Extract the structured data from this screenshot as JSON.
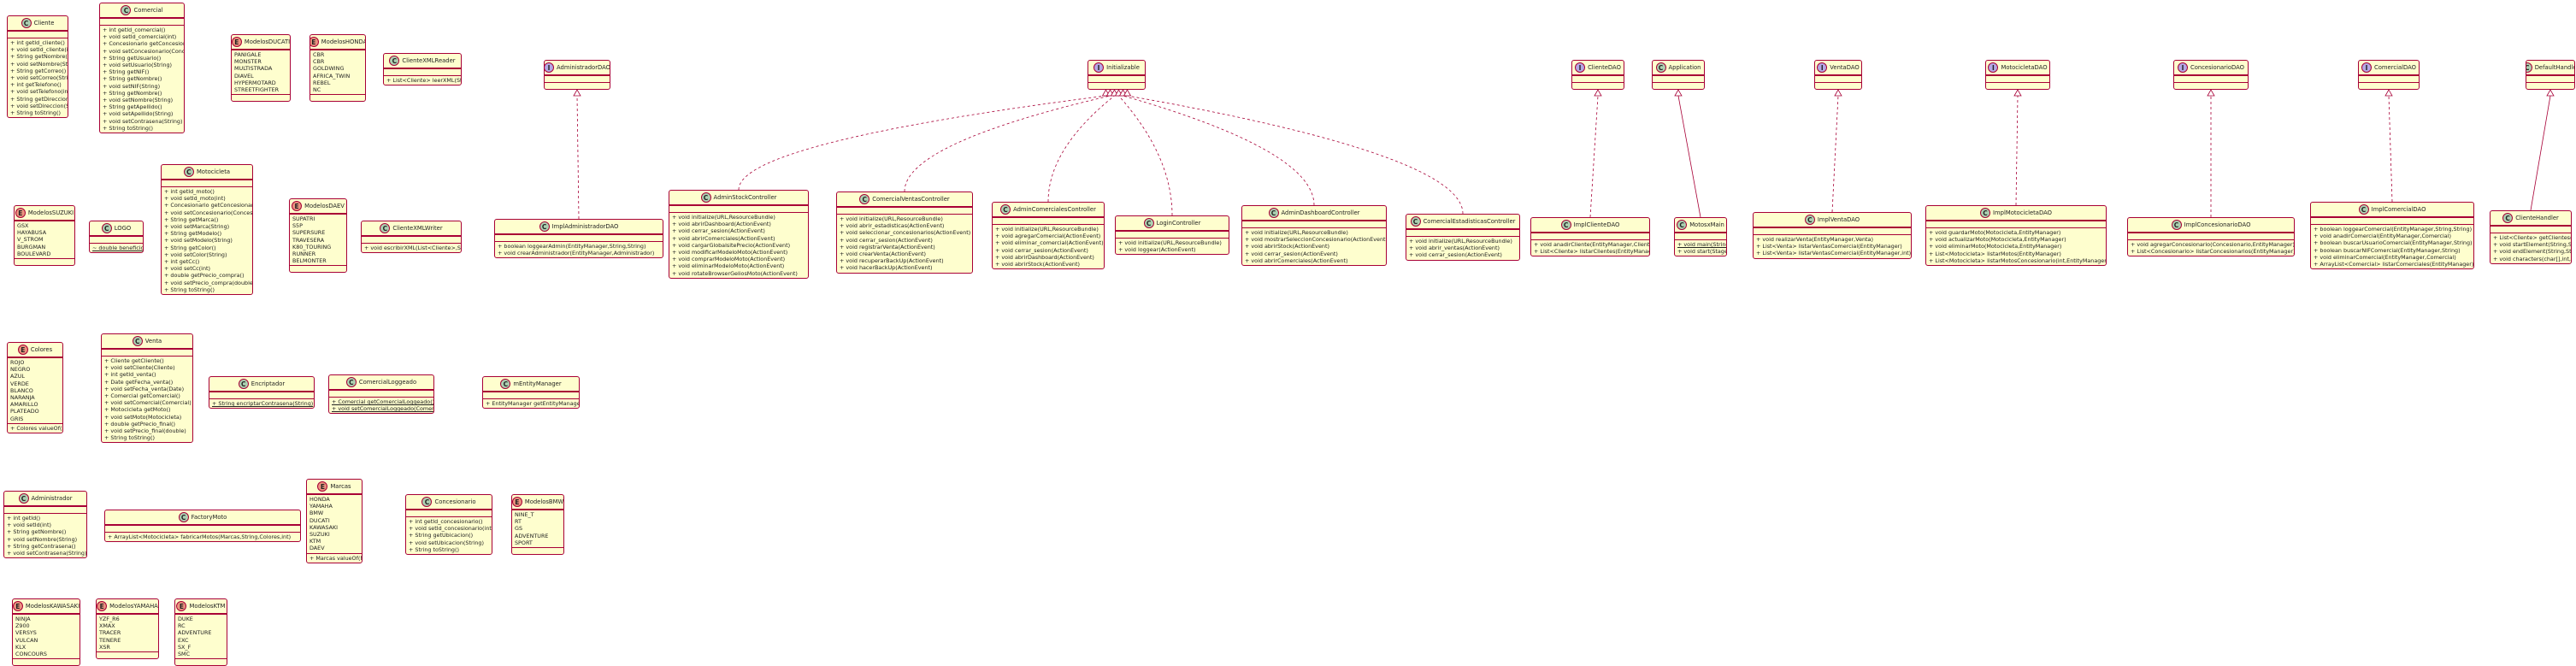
{
  "colors": {
    "class_fill": "#fefece",
    "border": "#a80036",
    "class_badge": "#add1b2",
    "interface_badge": "#b4a7e5",
    "enum_badge": "#eb937f"
  },
  "classes": {
    "cliente": {
      "badge": "C",
      "name": "Cliente",
      "attrs": [],
      "methods": [
        "+ int getId_cliente()",
        "+ void setId_cliente(int)",
        "+ String getNombre()",
        "+ void setNombre(String)",
        "+ String getCorreo()",
        "+ void setCorreo(String)",
        "+ int getTelefono()",
        "+ void setTelefono(int)",
        "+ String getDireccion()",
        "+ void setDireccion(String)",
        "+ String toString()"
      ]
    },
    "comercial": {
      "badge": "C",
      "name": "Comercial",
      "attrs": [],
      "methods": [
        "+ int getId_comercial()",
        "+ void setId_comercial(int)",
        "+ Concesionario getConcesionario()",
        "+ void setConcesionario(Concesionario)",
        "+ String getUsuario()",
        "+ void setUsuario(String)",
        "+ String getNIF()",
        "+ String getNombre()",
        "+ void setNIF(String)",
        "+ String getNombre()",
        "+ void setNombre(String)",
        "+ String getApellido()",
        "+ void setApellido(String)",
        "+ void setContrasena(String)",
        "+ String toString()"
      ]
    },
    "modelosducati": {
      "badge": "E",
      "name": "ModelosDUCATI",
      "attrs": [
        "PANIGALE",
        "MONSTER",
        "MULTISTRADA",
        "DIAVEL",
        "HYPERMOTARD",
        "STREETFIGHTER"
      ],
      "methods": []
    },
    "modeloshonda": {
      "badge": "E",
      "name": "ModelosHONDA",
      "attrs": [
        "CBR",
        "CBR",
        "GOLDWING",
        "AFRICA_TWIN",
        "REBEL",
        "NC"
      ],
      "methods": []
    },
    "clientexmlreader": {
      "badge": "C",
      "name": "ClienteXMLReader",
      "attrs": [],
      "methods": [
        "+ List<Cliente> leerXML(String)"
      ]
    },
    "administradordao": {
      "badge": "I",
      "name": "AdministradorDAO",
      "attrs": [],
      "methods": []
    },
    "initializable": {
      "badge": "I",
      "name": "Initializable",
      "attrs": [],
      "methods": []
    },
    "clientedao": {
      "badge": "I",
      "name": "ClienteDAO",
      "attrs": [],
      "methods": []
    },
    "application": {
      "badge": "C",
      "name": "Application",
      "attrs": [],
      "methods": []
    },
    "ventadao": {
      "badge": "I",
      "name": "VentaDAO",
      "attrs": [],
      "methods": []
    },
    "motocicletadao": {
      "badge": "I",
      "name": "MotocicletaDAO",
      "attrs": [],
      "methods": []
    },
    "concesionariodao": {
      "badge": "I",
      "name": "ConcesionarioDAO",
      "attrs": [],
      "methods": []
    },
    "comercialdao": {
      "badge": "I",
      "name": "ComercialDAO",
      "attrs": [],
      "methods": []
    },
    "defaulthandler": {
      "badge": "C",
      "name": "DefaultHandler",
      "attrs": [],
      "methods": []
    },
    "modelossuzuki": {
      "badge": "E",
      "name": "ModelosSUZUKI",
      "attrs": [
        "GSX",
        "HAYABUSA",
        "V_STROM",
        "BURGMAN",
        "BOULEVARD"
      ],
      "methods": []
    },
    "logo": {
      "badge": "C",
      "name": "LOGO",
      "attrs": [],
      "methods": [
        "~ double beneficio"
      ]
    },
    "motocicleta": {
      "badge": "C",
      "name": "Motocicleta",
      "attrs": [],
      "methods": [
        "+ int getId_moto()",
        "+ void setId_moto(int)",
        "+ Concesionario getConcesionario()",
        "+ void setConcesionario(Concesionario)",
        "+ String getMarca()",
        "+ void setMarca(String)",
        "+ String getModelo()",
        "+ void setModelo(String)",
        "+ String getColor()",
        "+ void setColor(String)",
        "+ int getCc()",
        "+ void setCc(int)",
        "+ double getPrecio_compra()",
        "+ void setPrecio_compra(double)",
        "+ String toString()"
      ]
    },
    "modelosbmw": {
      "badge": "E",
      "name": "ModelosDAEV",
      "attrs": [
        "SUPATRI",
        "S5P",
        "SUPERSURE",
        "TRAVESERA",
        "K80_TOURING",
        "RUNNER",
        "BELMONTER"
      ],
      "methods": []
    },
    "clientexmlwriter": {
      "badge": "C",
      "name": "ClienteXMLWriter",
      "attrs": [],
      "methods": [
        "+ void escribirXML(List<Cliente>,String)"
      ]
    },
    "impladministradordao": {
      "badge": "C",
      "name": "ImplAdministradorDAO",
      "attrs": [],
      "methods": [
        "+ boolean loggearAdmin(EntityManager,String,String)",
        "+ void crearAdministrador(EntityManager,Administrador)"
      ]
    },
    "adminstockcontroller": {
      "badge": "C",
      "name": "AdminStockController",
      "attrs": [],
      "methods": [
        "+ void initialize(URL,ResourceBundle)",
        "+ void abrirDashboard(ActionEvent)",
        "+ void cerrar_sesion(ActionEvent)",
        "+ void abrirComerciales(ActionEvent)",
        "+ void cargarGlobalsitePrecio(ActionEvent)",
        "+ void modificarModeloMoto(ActionEvent)",
        "+ void comprarModeloMoto(ActionEvent)",
        "+ void eliminarModeloMoto(ActionEvent)",
        "+ void rotateBrowserGeliosMoto(ActionEvent)"
      ]
    },
    "comercialventascontroller": {
      "badge": "C",
      "name": "ComercialVentasController",
      "attrs": [],
      "methods": [
        "+ void initialize(URL,ResourceBundle)",
        "+ void abrir_estadisticas(ActionEvent)",
        "+ void seleccionar_concesionarios(ActionEvent)",
        "+ void cerrar_sesion(ActionEvent)",
        "+ void registrarVenta(ActionEvent)",
        "+ void crearVenta(ActionEvent)",
        "+ void recuperarBackUp(ActionEvent)",
        "+ void hacerBackUp(ActionEvent)"
      ]
    },
    "admincomercialescontroller": {
      "badge": "C",
      "name": "AdminComercialesController",
      "attrs": [],
      "methods": [
        "+ void initialize(URL,ResourceBundle)",
        "+ void agregarComercial(ActionEvent)",
        "+ void eliminar_comercial(ActionEvent)",
        "+ void cerrar_sesion(ActionEvent)",
        "+ void abrirDashboard(ActionEvent)",
        "+ void abrirStock(ActionEvent)"
      ]
    },
    "logincontroller": {
      "badge": "C",
      "name": "LoginController",
      "attrs": [],
      "methods": [
        "+ void initialize(URL,ResourceBundle)",
        "+ void loggear(ActionEvent)"
      ]
    },
    "admindashboardcontroller": {
      "badge": "C",
      "name": "AdminDashboardController",
      "attrs": [],
      "methods": [
        "+ void initialize(URL,ResourceBundle)",
        "+ void mostrarSeleccionConcesionario(ActionEvent)",
        "+ void abrirStock(ActionEvent)",
        "+ void cerrar_sesion(ActionEvent)",
        "+ void abrirComerciales(ActionEvent)"
      ]
    },
    "comercialestadisticascontroller": {
      "badge": "C",
      "name": "ComercialEstadisticasController",
      "attrs": [],
      "methods": [
        "+ void initialize(URL,ResourceBundle)",
        "+ void abrir_ventas(ActionEvent)",
        "+ void cerrar_sesion(ActionEvent)"
      ]
    },
    "implclientedao": {
      "badge": "C",
      "name": "ImplClienteDAO",
      "attrs": [],
      "methods": [
        "+ void anadirCliente(EntityManager,Cliente)",
        "+ List<Cliente> listarClientes(EntityManager)"
      ]
    },
    "motosmain": {
      "badge": "C",
      "name": "MotosxMain",
      "attrs": [],
      "methods": [
        "+ void main(String[])",
        "+ void start(Stage)"
      ]
    },
    "implventadao": {
      "badge": "C",
      "name": "ImplVentaDAO",
      "attrs": [],
      "methods": [
        "+ void realizarVenta(EntityManager,Venta)",
        "+ List<Venta> listarVentasComercial(EntityManager)",
        "+ List<Venta> listarVentasComercial(EntityManager,int)"
      ]
    },
    "implmotocicletadao": {
      "badge": "C",
      "name": "ImplMotocicletaDAO",
      "attrs": [],
      "methods": [
        "+ void guardarMoto(Motocicleta,EntityManager)",
        "+ void actualizarMoto(Motocicleta,EntityManager)",
        "+ void eliminarMoto(Motocicleta,EntityManager)",
        "+ List<Motocicleta> listarMotos(EntityManager)",
        "+ List<Motocicleta> listarMotosConcesionario(int,EntityManager)"
      ]
    },
    "implconcesionariodao": {
      "badge": "C",
      "name": "ImplConcesionarioDAO",
      "attrs": [],
      "methods": [
        "+ void agregarConcesionario(Concesionario,EntityManager)",
        "+ List<Concesionario> listarConcesionarios(EntityManager)"
      ]
    },
    "implcomercialdao": {
      "badge": "C",
      "name": "ImplComercialDAO",
      "attrs": [],
      "methods": [
        "+ boolean loggearComercial(EntityManager,String,String)",
        "+ void anadirComercial(EntityManager,Comercial)",
        "+ boolean buscarUsuarioComercial(EntityManager,String)",
        "+ boolean buscarNIFComercial(EntityManager,String)",
        "+ void eliminarComercial(EntityManager,Comercial)",
        "+ ArrayList<Comercial> listarComerciales(EntityManager)"
      ]
    },
    "clientehandler": {
      "badge": "C",
      "name": "ClienteHandler",
      "attrs": [],
      "methods": [
        "+ List<Cliente> getClientes()",
        "+ void startElement(String,String,String,Attributes)",
        "+ void endElement(String,String,String)",
        "+ void characters(char[],int,int)"
      ]
    },
    "colores": {
      "badge": "E",
      "name": "Colores",
      "attrs": [
        "ROJO",
        "NEGRO",
        "AZUL",
        "VERDE",
        "BLANCO",
        "NARANJA",
        "AMARILLO",
        "PLATEADO",
        "GRIS"
      ],
      "methods": [
        "+ Colores valueOf(String)"
      ]
    },
    "venta": {
      "badge": "C",
      "name": "Venta",
      "attrs": [],
      "methods": [
        "+ Cliente getCliente()",
        "+ void setCliente(Cliente)",
        "+ int getId_venta()",
        "+ Date getFecha_venta()",
        "+ void setFecha_venta(Date)",
        "+ Comercial getComercial()",
        "+ void setComercial(Comercial)",
        "+ Motocicleta getMoto()",
        "+ void setMoto(Motocicleta)",
        "+ double getPrecio_final()",
        "+ void setPrecio_final(double)",
        "+ String toString()"
      ]
    },
    "encriptador": {
      "badge": "C",
      "name": "Encriptador",
      "attrs": [],
      "methods": [
        "+ String encriptarContrasena(String)"
      ]
    },
    "comercialloggeado": {
      "badge": "C",
      "name": "ComercialLoggeado",
      "attrs": [],
      "methods": [
        "+ Comercial getComercialLoggeado()",
        "+ void setComercialLoggeado(Comercial)"
      ]
    },
    "emfactory": {
      "badge": "C",
      "name": "mEntityManager",
      "attrs": [],
      "methods": [
        "+ EntityManager getEntityManager()"
      ]
    },
    "administrador": {
      "badge": "C",
      "name": "Administrador",
      "attrs": [],
      "methods": [
        "+ int getId()",
        "+ void setId(int)",
        "+ String getNombre()",
        "+ void setNombre(String)",
        "+ String getContrasena()",
        "+ void setContrasena(String)"
      ]
    },
    "factorymoto": {
      "badge": "C",
      "name": "FactoryMoto",
      "attrs": [],
      "methods": [
        "+ ArrayList<Motocicleta> fabricarMotos(Marcas,String,Colores,int)"
      ]
    },
    "marcas": {
      "badge": "E",
      "name": "Marcas",
      "attrs": [
        "HONDA",
        "YAMAHA",
        "BMW",
        "DUCATI",
        "KAWASAKI",
        "SUZUKI",
        "KTM",
        "DAEV"
      ],
      "methods": [
        "+ Marcas valueOf(Marcas,String)"
      ]
    },
    "concesionario": {
      "badge": "C",
      "name": "Concesionario",
      "attrs": [],
      "methods": [
        "+ int getId_concesionario()",
        "+ void setId_concesionario(int)",
        "+ String getUbicacion()",
        "+ void setUbicacion(String)",
        "+ String toString()"
      ]
    },
    "modelosbmw2": {
      "badge": "E",
      "name": "ModelosBMW",
      "attrs": [
        "NINE_T",
        "RT",
        "GS",
        "ADVENTURE",
        "SPORT"
      ],
      "methods": []
    },
    "modeloskawasaki": {
      "badge": "E",
      "name": "ModelosKAWASAKI",
      "attrs": [
        "NINJA",
        "Z900",
        "VERSYS",
        "VULCAN",
        "KLX",
        "CONCOURS"
      ],
      "methods": []
    },
    "modelosyamaha": {
      "badge": "E",
      "name": "ModelosYAMAHA",
      "attrs": [
        "YZF_R6",
        "XMAX",
        "TRACER",
        "TENERE",
        "XSR"
      ],
      "methods": []
    },
    "modelosktm": {
      "badge": "E",
      "name": "ModelosKTM",
      "attrs": [
        "DUKE",
        "RC",
        "ADVENTURE",
        "EXC",
        "SX_F",
        "SMC"
      ],
      "methods": []
    }
  }
}
